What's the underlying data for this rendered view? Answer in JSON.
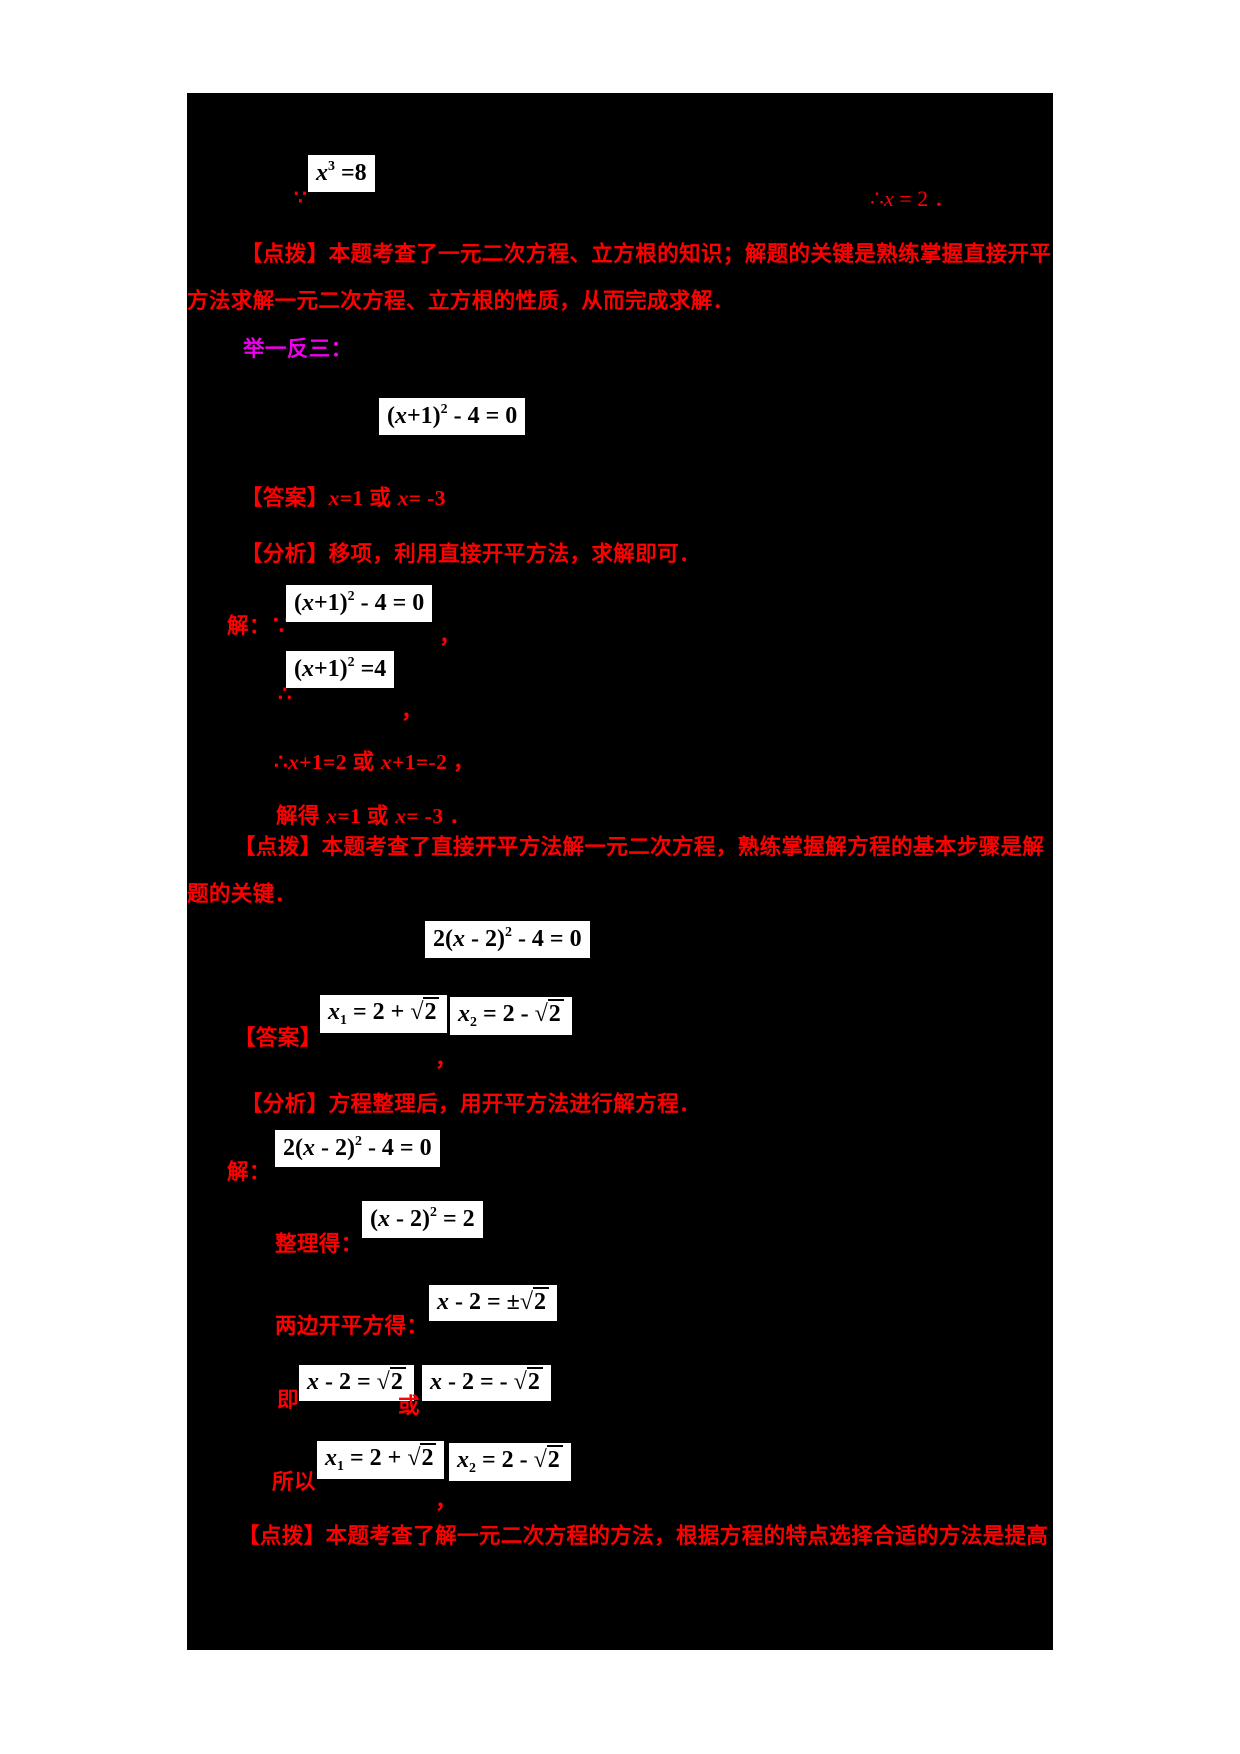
{
  "colors": {
    "page_background": "#000000",
    "canvas_background": "#ffffff",
    "text_red": "#fe0000",
    "text_magenta": "#ee00ee",
    "formula_background": "#ffffff",
    "formula_text": "#000000"
  },
  "lines": {
    "because": "∵",
    "therefore": "∴",
    "comma": "，",
    "dianbo1_l1": "【点拨】本题考查了一元二次方程、立方根的知识；解题的关键是熟练掌握直接开平",
    "dianbo1_l2": "方法求解一元二次方程、立方根的性质，从而完成求解．",
    "juyifansan": "举一反三：",
    "fenxi1": "【分析】移项，利用直接开平方法，求解即可．",
    "jie_because": "解：∵",
    "dianbo2_l1": "【点拨】本题考查了直接开平方法解一元二次方程，熟练掌握解方程的基本步骤是解",
    "dianbo2_l2": "题的关键．",
    "answer_label": "【答案】",
    "fenxi2": "【分析】方程整理后，用开平方法进行解方程．",
    "jie": "解：",
    "zhengli": "整理得：",
    "kaiping": "两边开平方得：",
    "ji": "即",
    "huo": "或",
    "suoyi": "所以",
    "dianbo3": "【点拨】本题考查了解一元二次方程的方法，根据方程的特点选择合适的方法是提高"
  },
  "rich": {
    "conclusion_top": [
      {
        "t": "rm",
        "v": "∴"
      },
      {
        "t": "it",
        "v": "x"
      },
      {
        "t": "rm",
        "v": " = 2 ．"
      }
    ],
    "answer1": [
      {
        "t": "cn",
        "v": "【答案】"
      },
      {
        "t": "it",
        "v": "x"
      },
      {
        "t": "rm",
        "v": "=1 "
      },
      {
        "t": "cn",
        "v": "或 "
      },
      {
        "t": "it",
        "v": "x"
      },
      {
        "t": "rm",
        "v": "= -3"
      }
    ],
    "line_xp1_cases": [
      {
        "t": "rm",
        "v": "∴"
      },
      {
        "t": "it",
        "v": "x"
      },
      {
        "t": "rm",
        "v": "+1=2 "
      },
      {
        "t": "cn",
        "v": "或 "
      },
      {
        "t": "it",
        "v": "x"
      },
      {
        "t": "rm",
        "v": "+1=-2 "
      },
      {
        "t": "cn",
        "v": "，"
      }
    ],
    "line_solved": [
      {
        "t": "cn",
        "v": "解得 "
      },
      {
        "t": "it",
        "v": "x"
      },
      {
        "t": "rm",
        "v": "=1 "
      },
      {
        "t": "cn",
        "v": "或 "
      },
      {
        "t": "it",
        "v": "x"
      },
      {
        "t": "rm",
        "v": "= -3 ．"
      }
    ]
  },
  "formulas": {
    "x3_eq_8": [
      {
        "t": "it",
        "v": "x"
      },
      {
        "t": "sup",
        "v": "3"
      },
      {
        "t": "rm",
        "v": " =8"
      }
    ],
    "xp1_sq_m4_eq0": [
      {
        "t": "rm",
        "v": "("
      },
      {
        "t": "it",
        "v": "x"
      },
      {
        "t": "rm",
        "v": "+1)"
      },
      {
        "t": "sup",
        "v": "2"
      },
      {
        "t": "rm",
        "v": " - 4 = 0"
      }
    ],
    "xp1_sq_eq4": [
      {
        "t": "rm",
        "v": "("
      },
      {
        "t": "it",
        "v": "x"
      },
      {
        "t": "rm",
        "v": "+1)"
      },
      {
        "t": "sup",
        "v": "2"
      },
      {
        "t": "rm",
        "v": " =4"
      }
    ],
    "two_xm2_sq_m4_eq0": [
      {
        "t": "rm",
        "v": "2("
      },
      {
        "t": "it",
        "v": "x"
      },
      {
        "t": "rm",
        "v": " - 2)"
      },
      {
        "t": "sup",
        "v": "2"
      },
      {
        "t": "rm",
        "v": " - 4 = 0"
      }
    ],
    "x1_sol": [
      {
        "t": "it",
        "v": "x"
      },
      {
        "t": "sub",
        "v": "1"
      },
      {
        "t": "rm",
        "v": " = 2 + "
      },
      {
        "t": "sqrt",
        "v": "2"
      }
    ],
    "x2_sol": [
      {
        "t": "it",
        "v": "x"
      },
      {
        "t": "sub",
        "v": "2"
      },
      {
        "t": "rm",
        "v": " = 2 - "
      },
      {
        "t": "sqrt",
        "v": "2"
      }
    ],
    "xm2_sq_eq2": [
      {
        "t": "rm",
        "v": "("
      },
      {
        "t": "it",
        "v": "x"
      },
      {
        "t": "rm",
        "v": " - 2)"
      },
      {
        "t": "sup",
        "v": "2"
      },
      {
        "t": "rm",
        "v": " = 2"
      }
    ],
    "xm2_eq_pm_sqrt2": [
      {
        "t": "it",
        "v": "x"
      },
      {
        "t": "rm",
        "v": " - 2 = ±"
      },
      {
        "t": "sqrt",
        "v": "2"
      }
    ],
    "xm2_eq_sqrt2": [
      {
        "t": "it",
        "v": "x"
      },
      {
        "t": "rm",
        "v": " - 2 = "
      },
      {
        "t": "sqrt",
        "v": "2"
      }
    ],
    "xm2_eq_neg_sqrt2": [
      {
        "t": "it",
        "v": "x"
      },
      {
        "t": "rm",
        "v": " - 2 = - "
      },
      {
        "t": "sqrt",
        "v": "2"
      }
    ]
  }
}
